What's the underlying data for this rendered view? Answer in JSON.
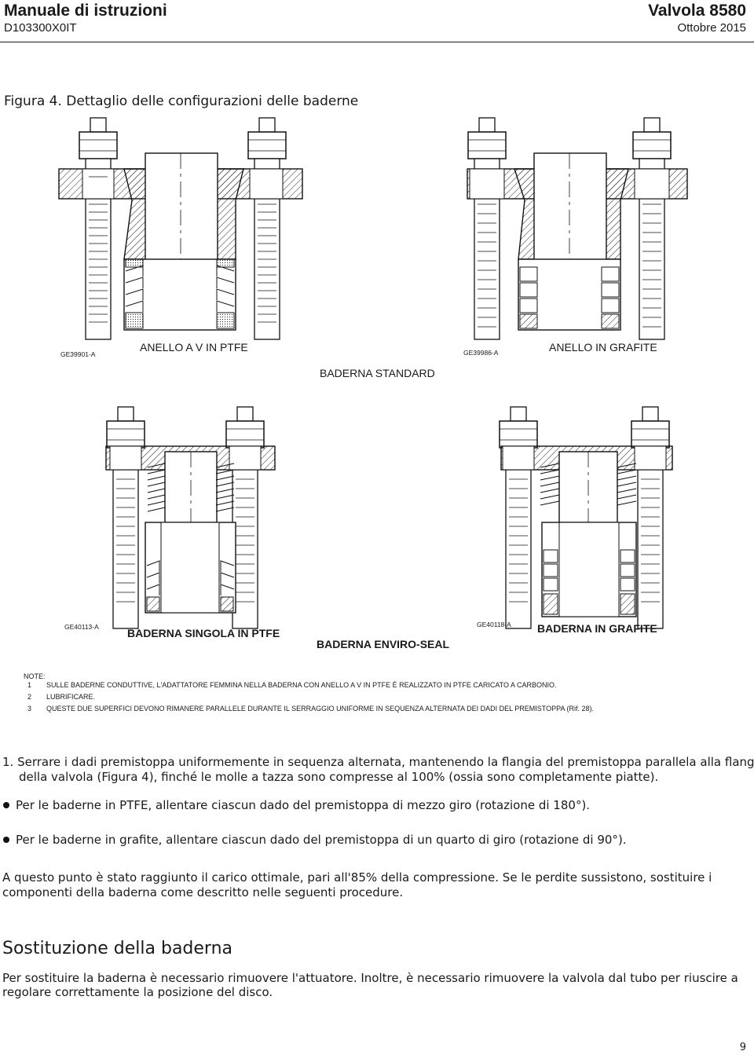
{
  "header": {
    "doc_title": "Manuale di istruzioni",
    "doc_code": "D103300X0IT",
    "product": "Valvola 8580",
    "date": "Ottobre 2015"
  },
  "figure": {
    "caption": "Figura 4. Dettaglio delle configurazioni delle baderne",
    "top_left_code": "GE39901-A",
    "top_left_label": "ANELLO A V IN PTFE",
    "top_right_code": "GE39986-A",
    "top_right_label": "ANELLO IN GRAFITE",
    "top_group_label": "BADERNA STANDARD",
    "bottom_left_code": "GE40113-A",
    "bottom_left_label": "BADERNA SINGOLA IN PTFE",
    "bottom_middle_label": "BADERNA ENVIRO-SEAL",
    "bottom_right_code": "GE40118-A",
    "bottom_right_label": "BADERNA IN GRAFITE"
  },
  "notes": {
    "heading": "NOTE:",
    "items": [
      {
        "num": "1",
        "text": "SULLE BADERNE CONDUTTIVE, L'ADATTATORE FEMMINA NELLA BADERNA CON ANELLO A V IN PTFE È REALIZZATO IN PTFE CARICATO A CARBONIO."
      },
      {
        "num": "2",
        "text": "LUBRIFICARE."
      },
      {
        "num": "3",
        "text": "QUESTE DUE SUPERFICI DEVONO RIMANERE PARALLELE DURANTE IL SERRAGGIO UNIFORME IN SEQUENZA ALTERNATA DEI DADI DEL PREMISTOPPA (Rif. 28)."
      }
    ]
  },
  "body": {
    "step1_line1": "1.  Serrare i dadi premistoppa uniformemente in sequenza alternata, mantenendo la flangia del premistoppa parallela alla flangia",
    "step1_line2": "della valvola (Figura 4), finché le molle a tazza sono compresse al 100% (ossia sono completamente piatte).",
    "bullet1": "Per le baderne in PTFE, allentare ciascun dado del premistoppa di mezzo giro (rotazione di 180°).",
    "bullet2": "Per le baderne in grafite, allentare ciascun dado del premistoppa di un quarto di giro (rotazione di 90°).",
    "para_line1": "A questo punto è stato raggiunto il carico ottimale, pari all'85% della compressione. Se le perdite sussistono, sostituire i",
    "para_line2": "componenti della baderna come descritto nelle seguenti procedure.",
    "section_title": "Sostituzione della baderna",
    "sec_line1": "Per sostituire la baderna è necessario rimuovere l'attuatore. Inoltre, è necessario rimuovere la valvola dal tubo per riuscire a",
    "sec_line2": "regolare correttamente la posizione del disco."
  },
  "page_number": "9"
}
